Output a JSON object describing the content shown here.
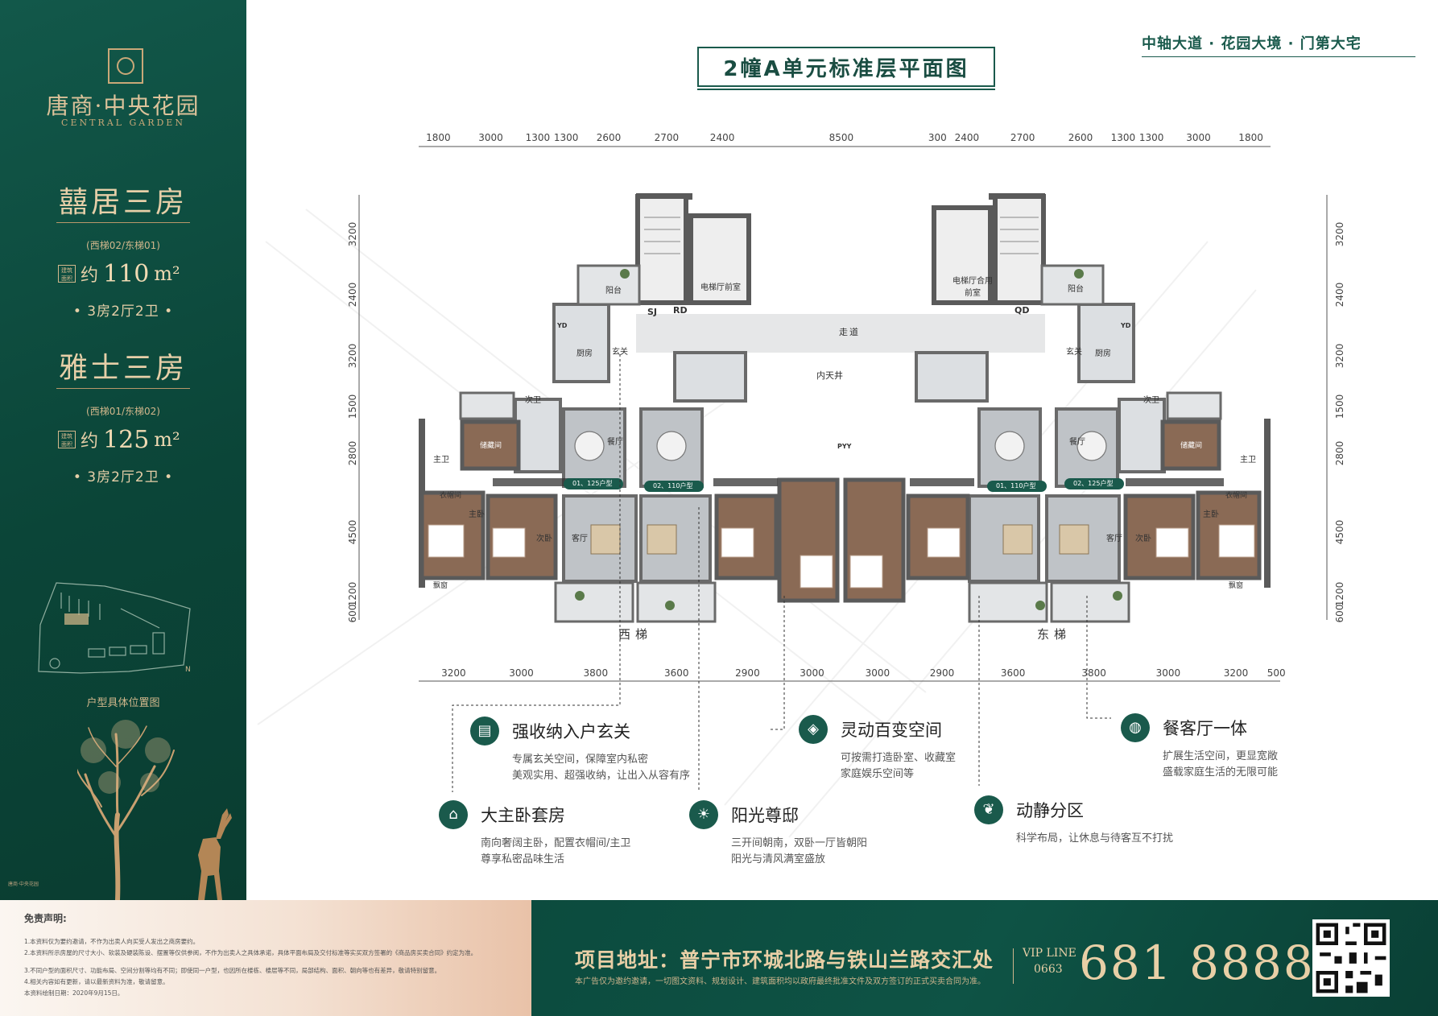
{
  "brand": {
    "name_cn": "唐商·中央花园",
    "name_en": "CENTRAL GARDEN"
  },
  "slogan": "中轴大道 · 花园大境 · 门第大宅",
  "title": "2幢A单元标准层平面图",
  "units": [
    {
      "name": "囍居三房",
      "location": "(西梯02/东梯01)",
      "area_tag": "建筑面积",
      "approx": "约",
      "area": "110",
      "unit": "m²",
      "rooms": "• 3房2厅2卫 •"
    },
    {
      "name": "雅士三房",
      "location": "(西梯01/东梯02)",
      "area_tag": "建筑面积",
      "approx": "约",
      "area": "125",
      "unit": "m²",
      "rooms": "• 3房2厅2卫 •"
    }
  ],
  "site_plan_caption": "户型具体位置图",
  "side_fine_print": "唐商·中央花园",
  "dimensions": {
    "top": [
      "1800",
      "3000",
      "1300",
      "1300",
      "2600",
      "2700",
      "2400",
      "8500",
      "300",
      "2400",
      "2700",
      "2600",
      "1300",
      "1300",
      "3000",
      "1800"
    ],
    "bottom": [
      "3200",
      "3000",
      "3800",
      "3600",
      "2900",
      "3000",
      "3000",
      "2900",
      "3600",
      "3800",
      "3000",
      "3200",
      "500"
    ],
    "left": [
      "3200",
      "2400",
      "3200",
      "1500",
      "2800",
      "4500",
      "1200",
      "600"
    ],
    "right": [
      "3200",
      "2400",
      "3200",
      "1500",
      "2800",
      "4500",
      "1200",
      "600"
    ]
  },
  "plan_labels": {
    "west": "西梯",
    "east": "东梯",
    "corridor": "走道",
    "light_well": "内天井",
    "lift_lobby_west": "电梯厅前室",
    "lift_lobby_east": "电梯厅合用前室",
    "unit_tags": [
      "01、125户型",
      "02、110户型",
      "01、110户型",
      "02、125户型"
    ],
    "rooms": [
      "阳台",
      "厨房",
      "玄关",
      "餐厅",
      "客厅",
      "主卧",
      "次卧",
      "次卫",
      "主卫",
      "储藏间",
      "衣帽间",
      "飘窗"
    ],
    "shaft_tags": [
      "SJ",
      "RD",
      "QD",
      "YD",
      "PYY"
    ]
  },
  "features": [
    {
      "icon": "storage-icon",
      "title": "强收纳入户玄关",
      "lines": [
        "专属玄关空间，保障室内私密",
        "美观实用、超强收纳，让出入从容有序"
      ]
    },
    {
      "icon": "bed-icon",
      "title": "大主卧套房",
      "lines": [
        "南向奢阔主卧，配置衣帽间/主卫",
        "尊享私密品味生活"
      ]
    },
    {
      "icon": "sun-icon",
      "title": "阳光尊邸",
      "lines": [
        "三开间朝南，双卧一厅皆朝阳",
        "阳光与清风满室盛放"
      ]
    },
    {
      "icon": "space-icon",
      "title": "灵动百变空间",
      "lines": [
        "可按需打造卧室、收藏室",
        "家庭娱乐空间等"
      ]
    },
    {
      "icon": "zone-icon",
      "title": "动静分区",
      "lines": [
        "科学布局，让休息与待客互不打扰"
      ]
    },
    {
      "icon": "dining-icon",
      "title": "餐客厅一体",
      "lines": [
        "扩展生活空间，更显宽敞",
        "盛载家庭生活的无限可能"
      ]
    }
  ],
  "disclaimer": {
    "title": "免责声明:",
    "lines": [
      "1.本资料仅为要约邀请，不作为出卖人向买受人发出之商房要约。",
      "2.本资料所示房屋的尺寸大小、软装及硬装陈设、摆置等仅供参阅，不作为出卖人之具体承诺，具体平面布局及交付标准等实买双方签署的《商品房买卖合同》约定为准。",
      "3.不同户型的面积尺寸、功能布局、空间分割等均有不同；即使同一户型，也因所在楼栋、楼层等不同，局部结构、面积、朝向等也有差异，敬请特别留意。",
      "4.相关内容如有更新，请以最新资料为准，敬请留意。",
      "本资料绘制日期：2020年9月15日。"
    ]
  },
  "footer": {
    "address": "项目地址：普宁市环城北路与铁山兰路交汇处",
    "note": "本广告仅为邀约邀请，一切图文资料、规划设计、建筑面积均以政府最终批准文件及双方签订的正式买卖合同为准。",
    "vip_label": "VIP LINE",
    "area_code": "0663",
    "hotline": "681 8888"
  },
  "colors": {
    "primary_green": "#0b4538",
    "gold": "#d9b98a",
    "title_green": "#1a5a4c"
  }
}
